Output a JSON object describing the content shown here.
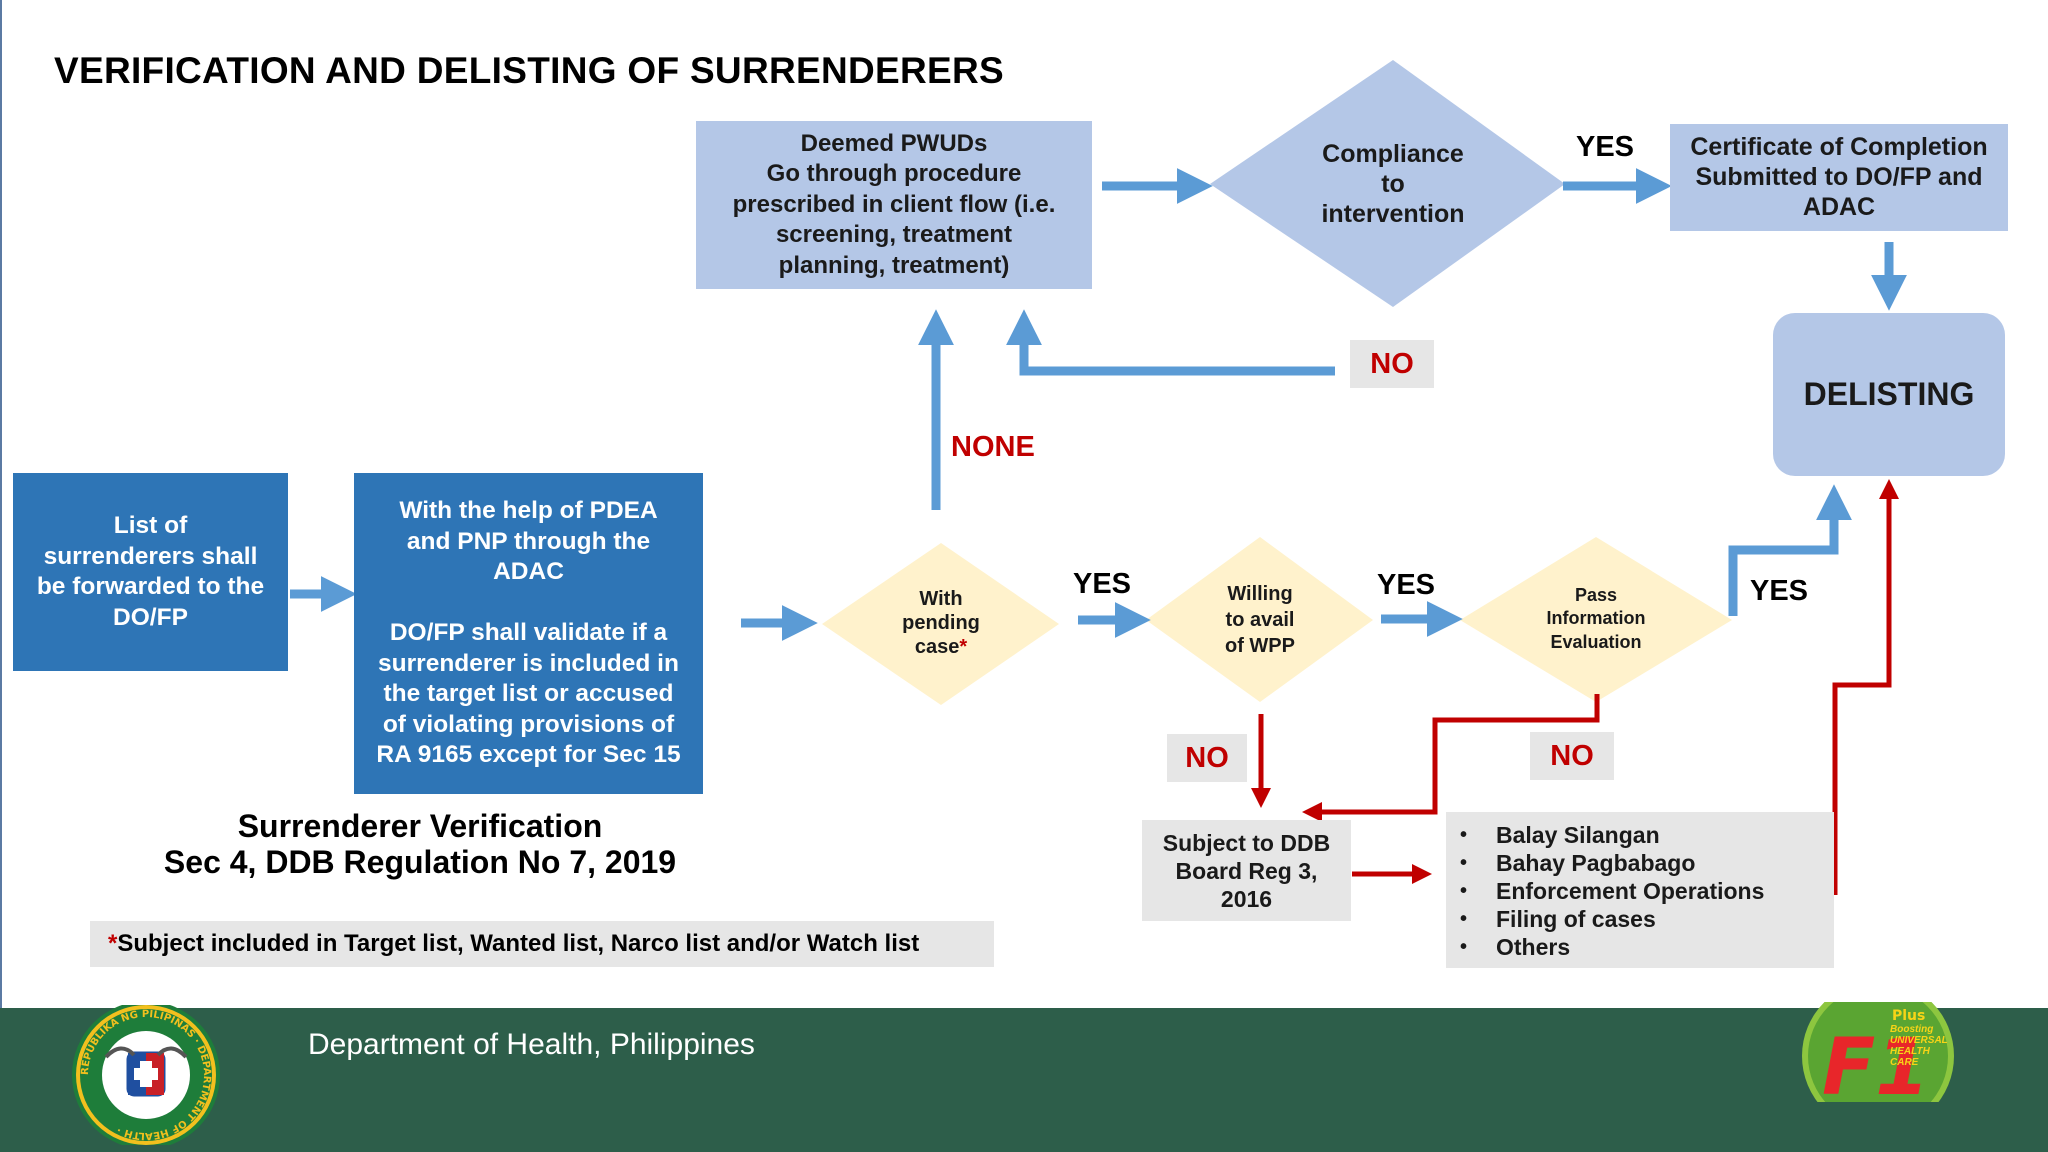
{
  "title": "VERIFICATION AND DELISTING OF SURRENDERERS",
  "boxes": {
    "deemed_pwuds": "Deemed PWUDs\nGo through procedure\nprescribed in client flow (i.e.\nscreening, treatment\nplanning,  treatment)",
    "certificate": "Certificate of Completion\nSubmitted to DO/FP and\nADAC",
    "delisting": "DELISTING",
    "list_forwarded": "List of\nsurrenderers shall\nbe forwarded to the\nDO/FP",
    "validate": "With the help of PDEA\nand PNP through the\nADAC\n\nDO/FP shall validate if a\nsurrenderer is included in\nthe target list or accused\nof violating provisions of\nRA 9165 except for Sec 15",
    "subject_ddb": "Subject to DDB\nBoard Reg 3,\n2016"
  },
  "diamonds": {
    "compliance": "Compliance\nto\nintervention",
    "pending_case_main": "With\npending\ncase",
    "pending_case_star": "*",
    "willing": "Willing\nto avail\nof WPP",
    "pass_info": "Pass\nInformation\nEvaluation"
  },
  "labels": {
    "yes_top": "YES",
    "no_top": "NO",
    "none": "NONE",
    "yes_pending": "YES",
    "yes_willing": "YES",
    "yes_pass": "YES",
    "no_willing": "NO",
    "no_pass": "NO"
  },
  "options_list": [
    "Balay Silangan",
    "Bahay Pagbabago",
    "Enforcement Operations",
    "Filing of cases",
    "Others"
  ],
  "caption": {
    "line1": "Surrenderer Verification",
    "line2": "Sec 4, DDB Regulation No 7, 2019"
  },
  "footnote": {
    "star": "*",
    "text": "Subject included in Target list, Wanted list, Narco list and/or Watch list"
  },
  "footer": {
    "org": "Department of Health, Philippines",
    "seal_ring_text": "REPUBLIKA NG PILIPINAS · DEPARTMENT OF HEALTH ·",
    "f1_label": "F1",
    "plus_label": "Plus",
    "f1_tagline": "Boosting\nUNIVERSAL\nHEALTH\nCARE"
  },
  "colors": {
    "light_blue": "#b4c7e7",
    "dark_blue": "#2e75b6",
    "arrow_blue": "#5b9bd5",
    "arrow_red": "#c00000",
    "diamond_yellow": "#fff2cc",
    "grey_box": "#e6e6e6",
    "footer_green": "#2d5e4a"
  }
}
